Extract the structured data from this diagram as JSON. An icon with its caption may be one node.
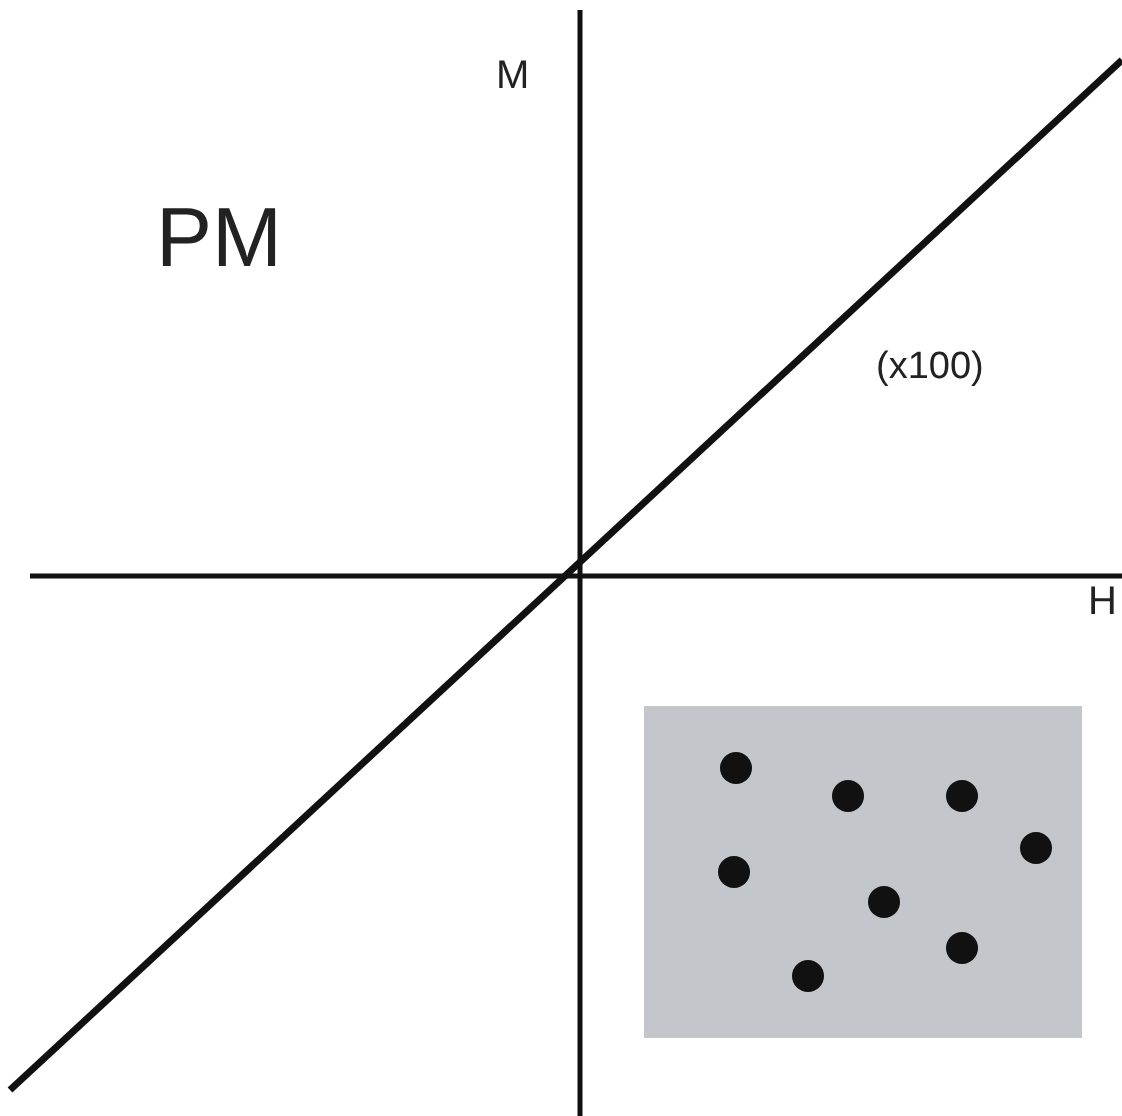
{
  "diagram": {
    "labels": [
      "M",
      "PM",
      "(x100)",
      "H"
    ]
  }
}
